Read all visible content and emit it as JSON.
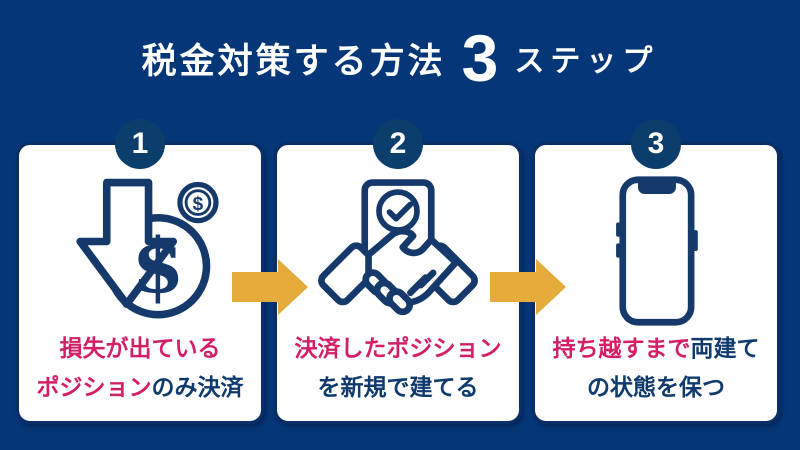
{
  "colors": {
    "background": "#053778",
    "card": "#FFFFFF",
    "card_border": "#0A2F66",
    "badge": "#0B3E6B",
    "navy_text": "#0F3A6E",
    "pink_text": "#D31F67",
    "arrow": "#E5AC3C",
    "icon": "#16396C",
    "title": "#FFFFFF"
  },
  "title": {
    "prefix": "税金対策する方法",
    "number": "3",
    "suffix": "ステップ"
  },
  "steps": [
    {
      "number": "1",
      "icon": "dollar-down-arrow-icon",
      "lines": [
        [
          {
            "text": "損失が出ている",
            "color": "pink"
          }
        ],
        [
          {
            "text": "ポジション",
            "color": "pink"
          },
          {
            "text": "のみ決済",
            "color": "navy"
          }
        ]
      ]
    },
    {
      "number": "2",
      "icon": "handshake-agreement-icon",
      "lines": [
        [
          {
            "text": "決済したポジション",
            "color": "pink"
          }
        ],
        [
          {
            "text": "を新規で建てる",
            "color": "navy"
          }
        ]
      ]
    },
    {
      "number": "3",
      "icon": "smartphone-icon",
      "lines": [
        [
          {
            "text": "持ち越すまで",
            "color": "pink"
          },
          {
            "text": "両建て",
            "color": "navy"
          }
        ],
        [
          {
            "text": "の状態を保つ",
            "color": "navy"
          }
        ]
      ]
    }
  ],
  "arrows": [
    {
      "icon": "arrow-right-icon"
    },
    {
      "icon": "arrow-right-icon"
    }
  ]
}
